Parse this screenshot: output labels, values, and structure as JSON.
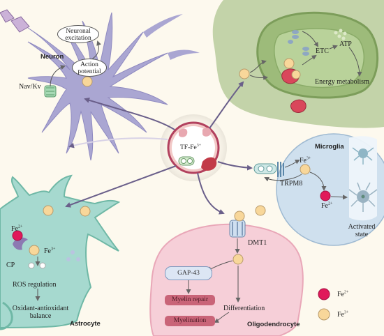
{
  "neuron": {
    "title": "Neuron",
    "excitation": "Neuronal excitation",
    "action_potential": "Action potential",
    "channel": "Nav/Kv"
  },
  "mitochondrion": {
    "etc": "ETC",
    "atp": "ATP",
    "energy": "Energy metabolism"
  },
  "center": {
    "label": "TF-Fe",
    "label_sup": "3+"
  },
  "microglia": {
    "title": "Microglia",
    "fe3": "Fe",
    "fe3_sup": "3+",
    "trpm8": "TRPM8",
    "fe2": "Fe",
    "fe2_sup": "2+",
    "activated": "Activated state"
  },
  "astrocyte": {
    "title": "Astrocyte",
    "fe2": "Fe",
    "fe2_sup": "2+",
    "fe3": "Fe",
    "fe3_sup": "3+",
    "cp": "CP",
    "ros": "ROS regulation",
    "balance": "Oxidant-antioxidant balance"
  },
  "oligodendrocyte": {
    "title": "Oligodendrocyte",
    "dmt1": "DMT1",
    "gap43": "GAP-43",
    "myelin_repair": "Myelin repair",
    "myelination": "Myelination",
    "differentiation": "Differentiation"
  },
  "legend": {
    "fe2": "Fe",
    "fe2_sup": "2+",
    "fe3": "Fe",
    "fe3_sup": "3+"
  },
  "colors": {
    "fe2": "#e0195a",
    "fe3": "#f8d79a",
    "neuron": "#aaa6d2",
    "mito": "#b8cc9c",
    "microglia": "#cfe0ee",
    "astrocyte": "#a6d9cf",
    "oligodendrocyte": "#f6cfd8",
    "arrow": "#6a5f8a"
  }
}
